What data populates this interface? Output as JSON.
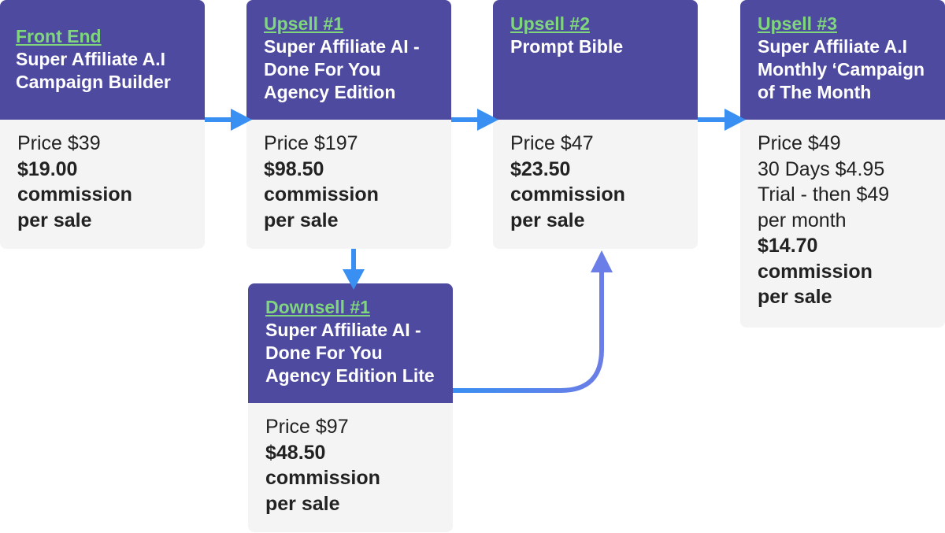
{
  "colors": {
    "header": "#4e4a9f",
    "tag": "#7fd67c",
    "body": "#f4f4f5",
    "arrow": "#3a8ff2",
    "arrow_gradient_end": "#6b7de6"
  },
  "cards": {
    "front_end": {
      "tag": "Front End",
      "title": "Super Affiliate A.I\nCampaign Builder",
      "price": "Price $39",
      "commission": "$19.00\ncommission\nper sale"
    },
    "upsell_1": {
      "tag": "Upsell #1",
      "title": "Super Affiliate AI  -\nDone For You\nAgency Edition",
      "price": "Price $197",
      "commission": "$98.50\ncommission\nper sale"
    },
    "upsell_2": {
      "tag": "Upsell #2",
      "title": "Prompt Bible",
      "price": "Price $47",
      "commission": "$23.50\ncommission\nper sale"
    },
    "upsell_3": {
      "tag": "Upsell #3",
      "title": "Super Affiliate A.I\nMonthly ‘Campaign\nof The Month",
      "price": "Price $49\n30 Days $4.95\nTrial - then $49\nper month",
      "commission": "$14.70\ncommission\nper sale"
    },
    "downsell_1": {
      "tag": "Downsell #1",
      "title": "Super Affiliate AI  -\nDone For You\nAgency Edition Lite",
      "price": "Price $97",
      "commission": "$48.50\ncommission\nper sale"
    }
  }
}
